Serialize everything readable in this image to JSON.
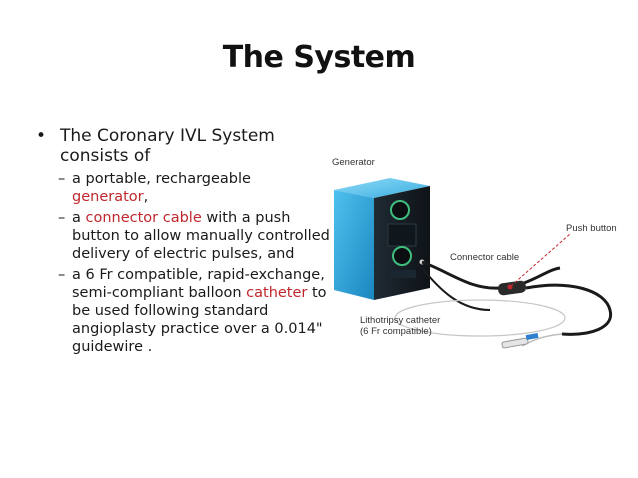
{
  "slide": {
    "title": "The System",
    "bullet": {
      "marker": "•",
      "text": "The Coronary IVL System consists of"
    },
    "subitems": [
      {
        "marker": "–",
        "parts": [
          "a portable, rechargeable ",
          "generator",
          ","
        ]
      },
      {
        "marker": "–",
        "parts": [
          "a ",
          "connector cable",
          " with a push button to allow manually controlled delivery of electric pulses, and"
        ]
      },
      {
        "marker": "–",
        "parts": [
          "a 6 Fr compatible, rapid-exchange, semi-compliant balloon ",
          "catheter",
          " to be used following standard angioplasty practice over a 0.014\" guidewire ."
        ]
      }
    ]
  },
  "figure": {
    "labels": {
      "generator": "Generator",
      "push_button": "Push button",
      "connector_cable": "Connector cable",
      "catheter_line1": "Lithotripsy catheter",
      "catheter_line2": "(6 Fr compatible)"
    }
  },
  "colors": {
    "highlight": "#c0272d",
    "device_body": "#2aa6dc",
    "device_face": "#1f1f24"
  }
}
